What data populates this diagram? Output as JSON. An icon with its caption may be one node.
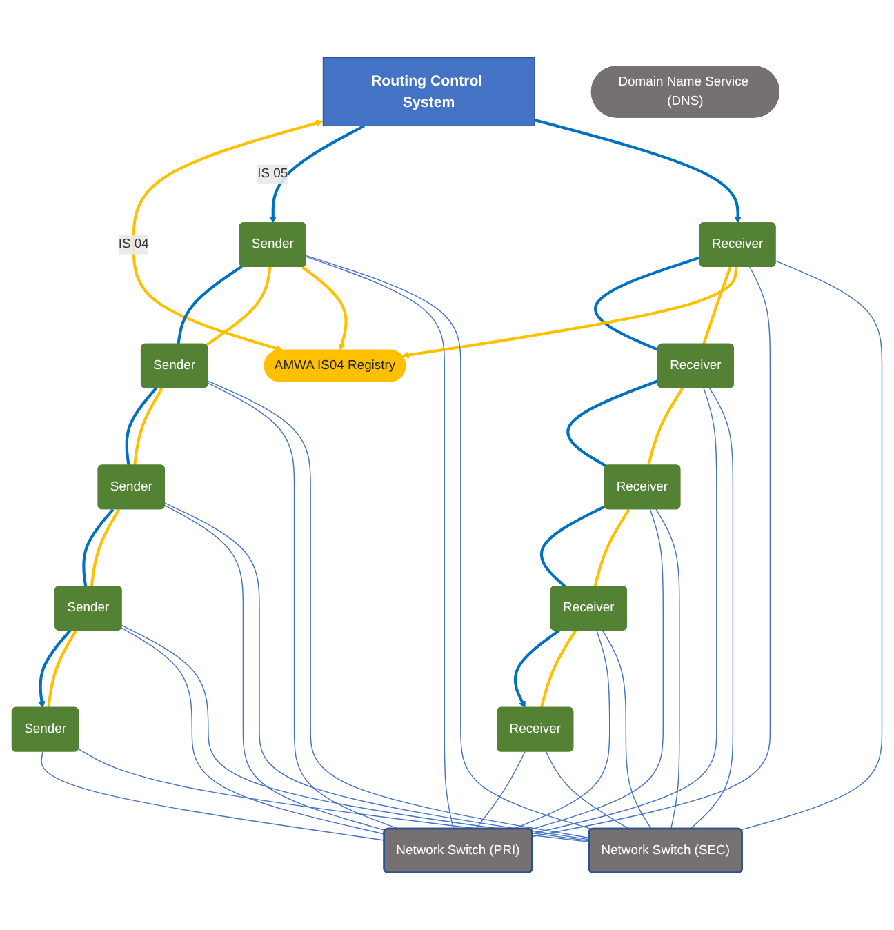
{
  "diagram": {
    "nodes": [
      {
        "text": [
          "Routing Control System"
        ]
      },
      {
        "text": [
          "Domain Name Service (DNS)"
        ]
      },
      {
        "text": [
          "AMWA IS04 Registry"
        ]
      },
      {
        "text": [
          "Sender"
        ]
      },
      {
        "text": [
          "Sender"
        ]
      },
      {
        "text": [
          "Sender"
        ]
      },
      {
        "text": [
          "Sender"
        ]
      },
      {
        "text": [
          "Sender"
        ]
      },
      {
        "text": [
          "Network Switch (PRI)"
        ]
      },
      {
        "text": [
          "Network Switch (SEC)"
        ]
      },
      {
        "text": [
          "Receiver"
        ]
      },
      {
        "text": [
          "Receiver"
        ]
      },
      {
        "text": [
          "Receiver"
        ]
      },
      {
        "text": [
          "Receiver"
        ]
      },
      {
        "text": [
          "Receiver"
        ]
      }
    ],
    "edges": [
      {
        "from": 0,
        "to": 2,
        "arrow": "both",
        "label": "IS 04",
        "color": "#ffc000"
      },
      {
        "from": 0,
        "to": 3,
        "arrow": "to",
        "label": "IS 05",
        "color": "#0070c0"
      },
      {
        "from": 0,
        "to": 10,
        "arrow": "to",
        "color": "#0070c0"
      },
      {
        "from": 3,
        "to": 4,
        "arrow": "none",
        "color": "#0070c0"
      },
      {
        "from": 4,
        "to": 5,
        "arrow": "none",
        "color": "#0070c0"
      },
      {
        "from": 5,
        "to": 6,
        "arrow": "none",
        "color": "#0070c0"
      },
      {
        "from": 6,
        "to": 7,
        "arrow": "to",
        "color": "#0070c0"
      },
      {
        "from": 10,
        "to": 11,
        "arrow": "none",
        "color": "#0070c0"
      },
      {
        "from": 11,
        "to": 12,
        "arrow": "none",
        "color": "#0070c0"
      },
      {
        "from": 12,
        "to": 13,
        "arrow": "none",
        "color": "#0070c0"
      },
      {
        "from": 13,
        "to": 14,
        "arrow": "to",
        "color": "#0070c0"
      },
      {
        "from": 3,
        "to": 4,
        "arrow": "none",
        "color": "#ffc000"
      },
      {
        "from": 4,
        "to": 5,
        "arrow": "none",
        "color": "#ffc000"
      },
      {
        "from": 5,
        "to": 6,
        "arrow": "none",
        "color": "#ffc000"
      },
      {
        "from": 6,
        "to": 7,
        "arrow": "none",
        "color": "#ffc000"
      },
      {
        "from": 3,
        "to": 2,
        "arrow": "to",
        "color": "#ffc000"
      },
      {
        "from": 10,
        "to": 11,
        "arrow": "none",
        "color": "#ffc000"
      },
      {
        "from": 11,
        "to": 12,
        "arrow": "none",
        "color": "#ffc000"
      },
      {
        "from": 12,
        "to": 13,
        "arrow": "none",
        "color": "#ffc000"
      },
      {
        "from": 13,
        "to": 14,
        "arrow": "none",
        "color": "#ffc000"
      },
      {
        "from": 10,
        "to": 2,
        "arrow": "to",
        "color": "#ffc000"
      },
      {
        "from": 3,
        "to": 8,
        "arrow": "none"
      },
      {
        "from": 3,
        "to": 9,
        "arrow": "none"
      },
      {
        "from": 4,
        "to": 8,
        "arrow": "none"
      },
      {
        "from": 4,
        "to": 9,
        "arrow": "none"
      },
      {
        "from": 5,
        "to": 8,
        "arrow": "none"
      },
      {
        "from": 5,
        "to": 9,
        "arrow": "none"
      },
      {
        "from": 6,
        "to": 8,
        "arrow": "none"
      },
      {
        "from": 6,
        "to": 9,
        "arrow": "none"
      },
      {
        "from": 7,
        "to": 8,
        "arrow": "none"
      },
      {
        "from": 7,
        "to": 9,
        "arrow": "none"
      },
      {
        "from": 10,
        "to": 8,
        "arrow": "none"
      },
      {
        "from": 10,
        "to": 9,
        "arrow": "none"
      },
      {
        "from": 11,
        "to": 8,
        "arrow": "none"
      },
      {
        "from": 11,
        "to": 9,
        "arrow": "none"
      },
      {
        "from": 12,
        "to": 8,
        "arrow": "none"
      },
      {
        "from": 12,
        "to": 9,
        "arrow": "none"
      },
      {
        "from": 13,
        "to": 8,
        "arrow": "none"
      },
      {
        "from": 13,
        "to": 9,
        "arrow": "none"
      },
      {
        "from": 14,
        "to": 8,
        "arrow": "none"
      },
      {
        "from": 14,
        "to": 9,
        "arrow": "none"
      }
    ]
  }
}
